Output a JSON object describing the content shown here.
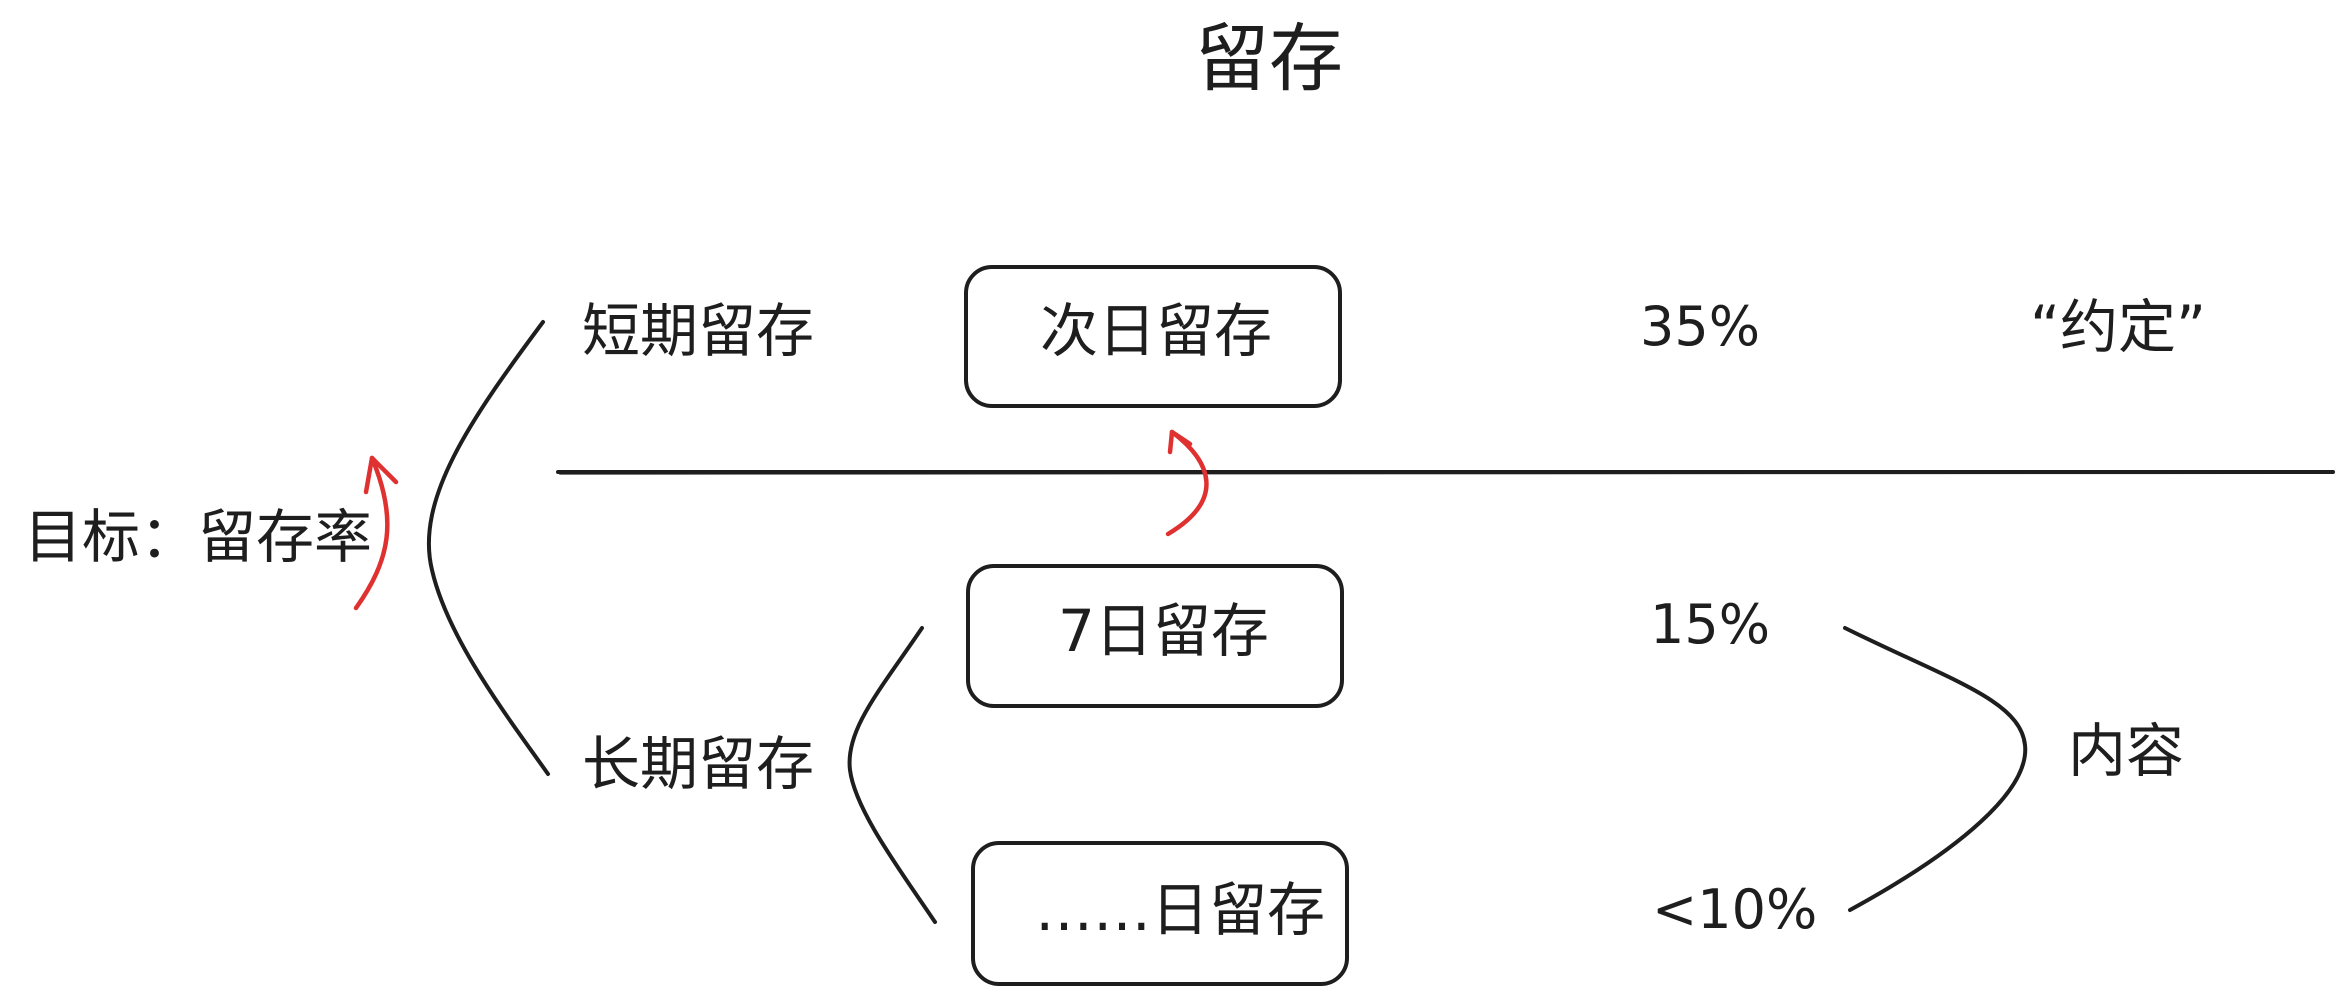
{
  "title": "留存",
  "goal": "目标：留存率",
  "categories": {
    "short_term": "短期留存",
    "long_term": "长期留存"
  },
  "boxes": {
    "next_day": "次日留存",
    "seven_day": "7日留存",
    "n_day": "……日留存"
  },
  "rates": {
    "next_day": "35%",
    "seven_day": "15%",
    "n_day": "<10%"
  },
  "notes": {
    "convention": "“约定”",
    "content": "内容"
  },
  "colors": {
    "ink": "#1e1e1e",
    "arrow": "#e03131",
    "background": "#ffffff"
  }
}
